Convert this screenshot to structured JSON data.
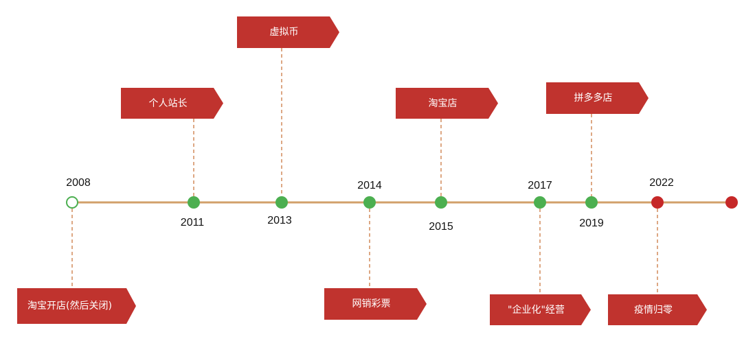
{
  "colors": {
    "axis": "#d2a06a",
    "connector": "#d28a5a",
    "card": "#c0332e",
    "node_green": "#4caf50",
    "node_red": "#c62828",
    "text": "#111111"
  },
  "events": [
    {
      "id": "2008",
      "year": "2008",
      "label": "淘宝开店(然后关闭)",
      "side": "below",
      "node": "hollow-green"
    },
    {
      "id": "2011",
      "year": "2011",
      "label": "个人站长",
      "side": "above",
      "node": "green"
    },
    {
      "id": "2013",
      "year": "2013",
      "label": "虚拟币",
      "side": "above",
      "node": "green"
    },
    {
      "id": "2014",
      "year": "2014",
      "label": "网销彩票",
      "side": "below",
      "node": "green"
    },
    {
      "id": "2015",
      "year": "2015",
      "label": "淘宝店",
      "side": "above",
      "node": "green"
    },
    {
      "id": "2017",
      "year": "2017",
      "label": "\"企业化\"经营",
      "side": "below",
      "node": "green"
    },
    {
      "id": "2019",
      "year": "2019",
      "label": "拼多多店",
      "side": "above",
      "node": "green"
    },
    {
      "id": "2022",
      "year": "2022",
      "label": "疫情归零",
      "side": "below",
      "node": "red"
    }
  ],
  "end_node": "red"
}
